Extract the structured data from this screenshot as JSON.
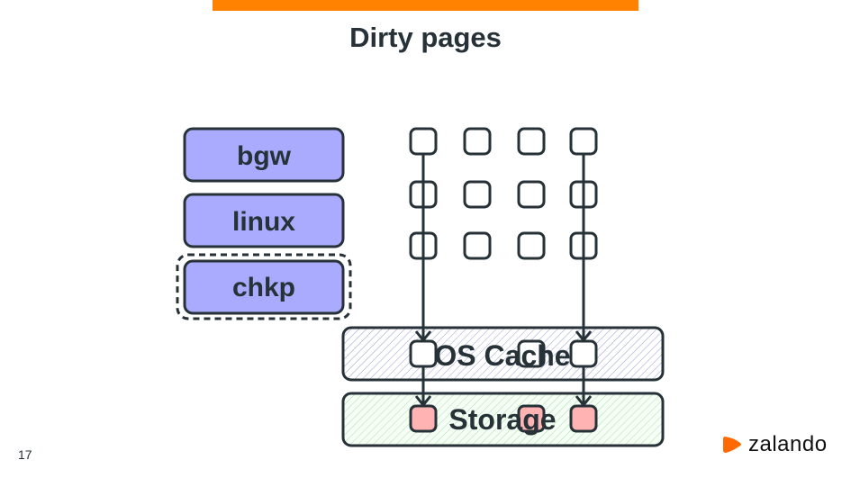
{
  "slide": {
    "title": "Dirty pages",
    "page_number": "17",
    "accent_color": "#ff8200"
  },
  "processes": [
    {
      "label": "bgw",
      "dashed_outline": false
    },
    {
      "label": "linux",
      "dashed_outline": false
    },
    {
      "label": "chkp",
      "dashed_outline": true
    }
  ],
  "layers": {
    "cache": "OS Cache",
    "storage": "Storage"
  },
  "colors": {
    "process_fill": "#aaaaff",
    "dirty_page": "#ffb3b3",
    "stroke": "#263238",
    "cache_hatch": "#9c9cd6",
    "storage_hatch": "#a6dca6"
  },
  "logo": {
    "text": "zalando"
  }
}
